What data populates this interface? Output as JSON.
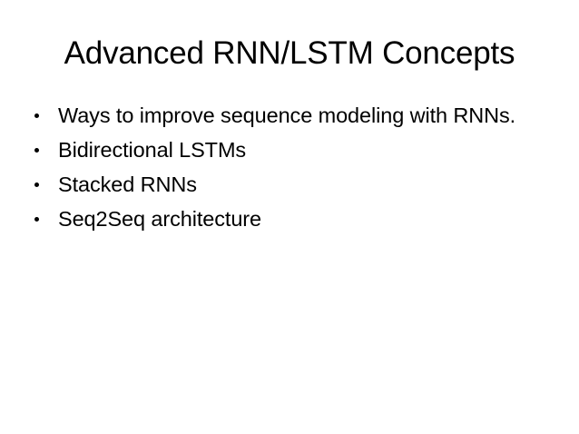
{
  "slide": {
    "title": "Advanced RNN/LSTM Concepts",
    "background_color": "#ffffff",
    "text_color": "#000000",
    "bullets": [
      {
        "text": "Ways to improve sequence modeling with RNNs.",
        "marker": "bullet-dot"
      },
      {
        "text": "Bidirectional LSTMs",
        "marker": "bullet-dot"
      },
      {
        "text": "Stacked RNNs",
        "marker": "bullet-dot"
      },
      {
        "text": "Seq2Seq architecture",
        "marker": "bullet-dot"
      }
    ]
  }
}
